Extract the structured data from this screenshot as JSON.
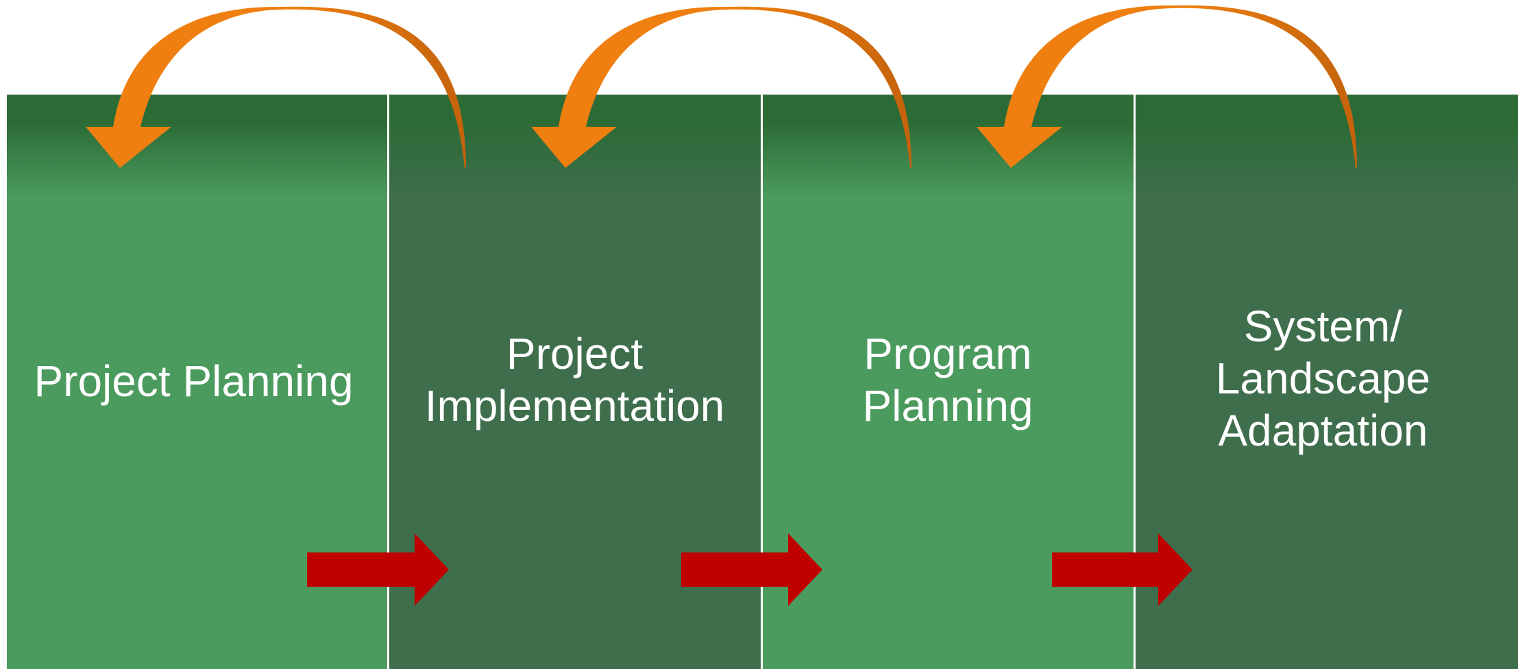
{
  "stages": [
    {
      "id": "project-planning",
      "label": "Project  Planning"
    },
    {
      "id": "project-implementation",
      "label": "Project\nImplementation"
    },
    {
      "id": "program-planning",
      "label": "Program\nPlanning"
    },
    {
      "id": "system-landscape-adaptation",
      "label": "System/\nLandscape\nAdaptation"
    }
  ],
  "colors": {
    "panel_light": "#4b9a5e",
    "panel_dark": "#3f6e4d",
    "treeline": "#2c6b36",
    "forward_arrow": "#c00000",
    "feedback_arrow_light": "#ee7f10",
    "feedback_arrow_dark": "#c4620c",
    "divider": "#ffffff"
  },
  "icons": {
    "forward": "right-arrow-icon",
    "feedback": "curved-arrow-icon"
  }
}
